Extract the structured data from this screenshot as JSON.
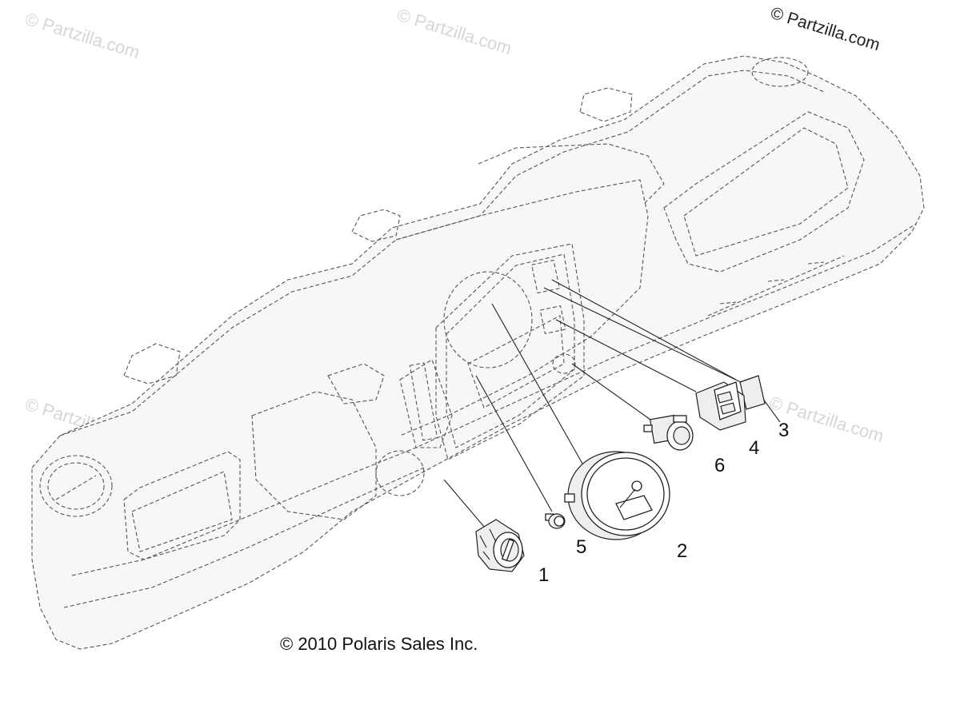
{
  "watermarks": {
    "corner": "© Partzilla.com",
    "faint": "© Partzilla.com"
  },
  "caption": "© 2010 Polaris Sales Inc.",
  "callouts": {
    "c1": "1",
    "c2": "2",
    "c3": "3",
    "c4": "4",
    "c5": "5",
    "c6": "6"
  }
}
